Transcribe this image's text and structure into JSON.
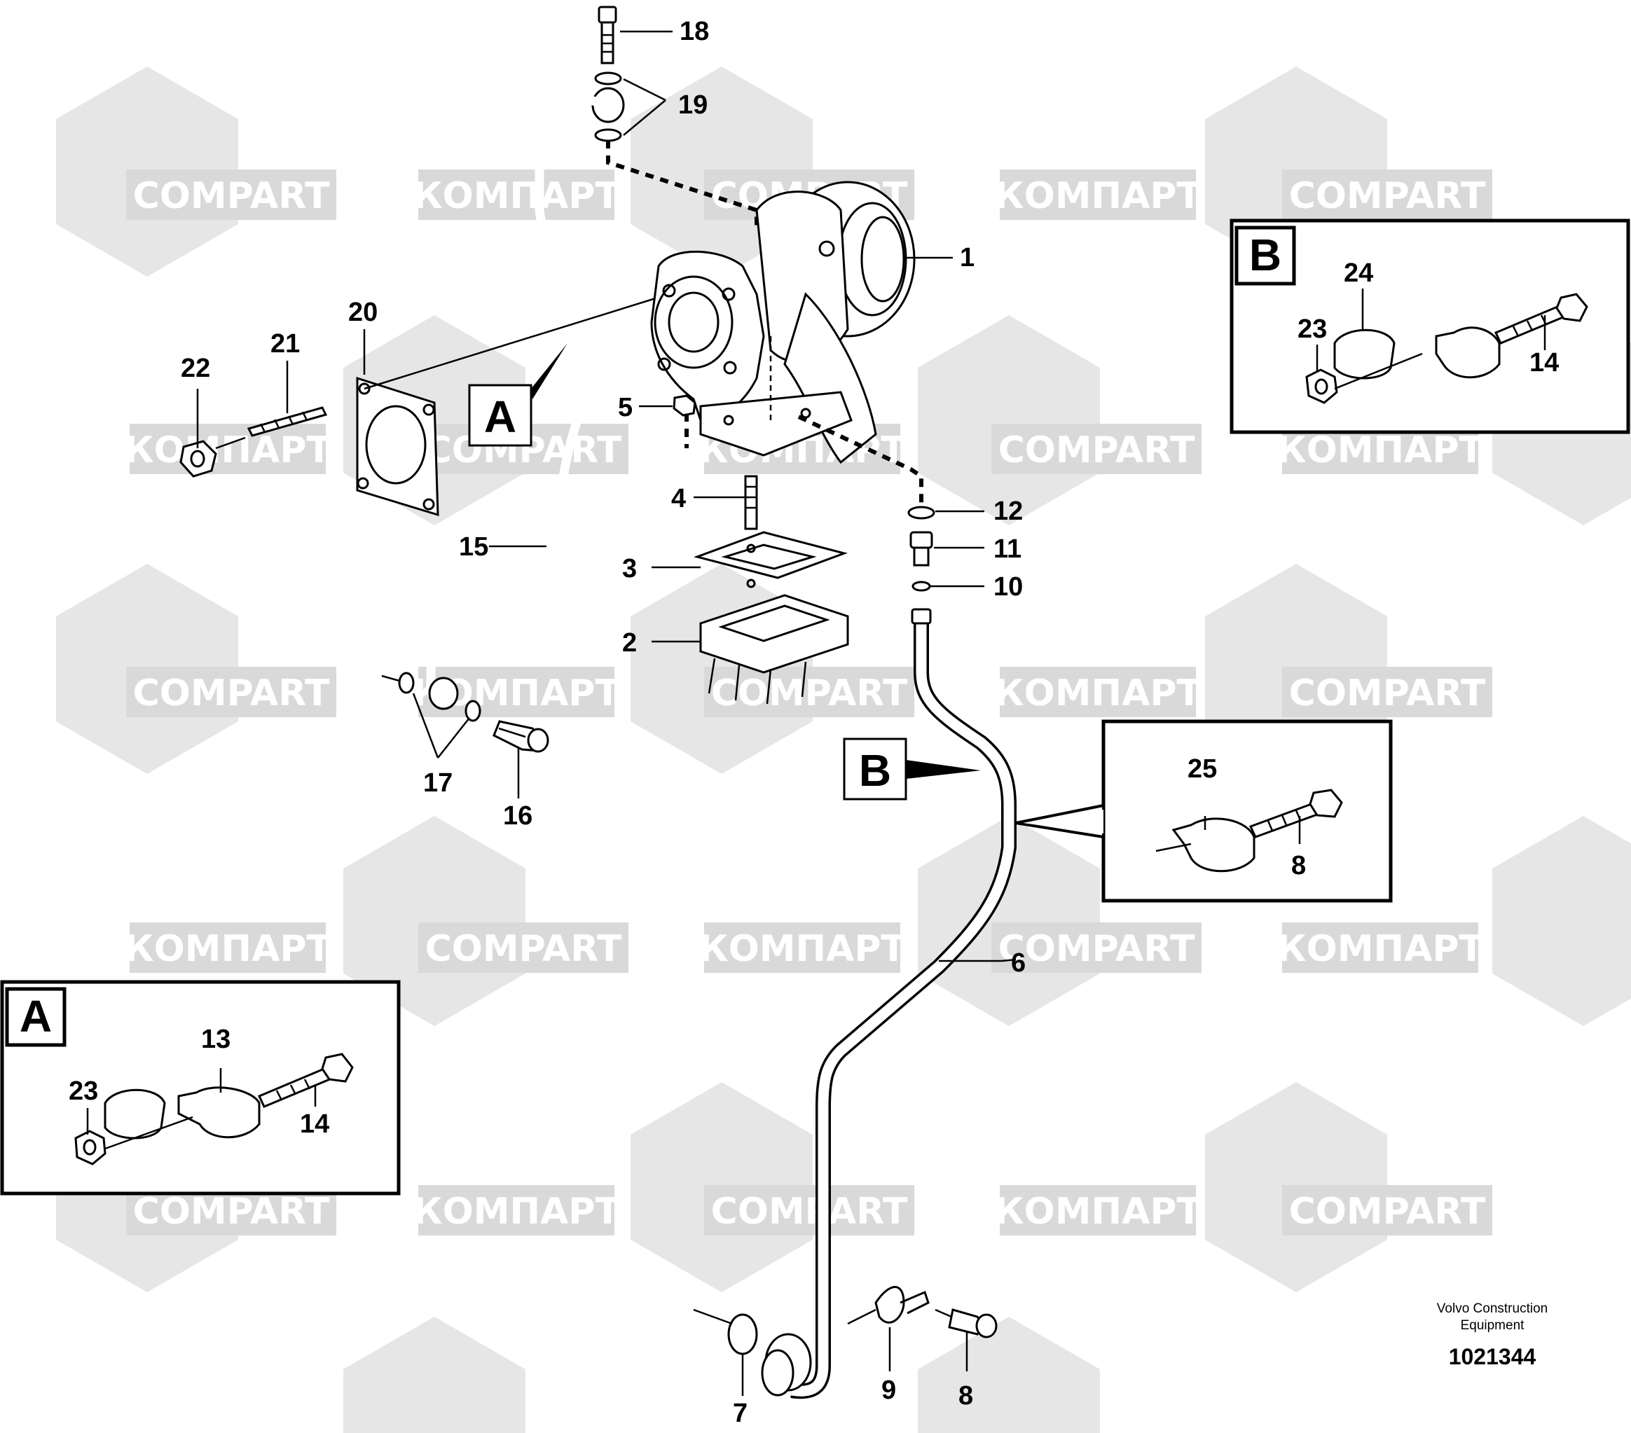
{
  "watermarks": {
    "brand_latin": "COMPART",
    "brand_cyrillic": "КОМПАРТ"
  },
  "callouts": {
    "c1": "1",
    "c2": "2",
    "c3": "3",
    "c4": "4",
    "c5": "5",
    "c6": "6",
    "c7": "7",
    "c8a": "8",
    "c8b": "8",
    "c9": "9",
    "c10": "10",
    "c11": "11",
    "c12": "12",
    "c13": "13",
    "c14a": "14",
    "c14b": "14",
    "c15": "15",
    "c16": "16",
    "c17": "17",
    "c18": "18",
    "c19": "19",
    "c20": "20",
    "c21": "21",
    "c22": "22",
    "c23a": "23",
    "c23b": "23",
    "c24": "24",
    "c25": "25"
  },
  "detail_labels": {
    "a_main": "A",
    "a_box": "A",
    "b_main": "B",
    "b_box": "B"
  },
  "footer": {
    "company_line1": "Volvo Construction",
    "company_line2": "Equipment",
    "drawing_number": "1021344"
  }
}
